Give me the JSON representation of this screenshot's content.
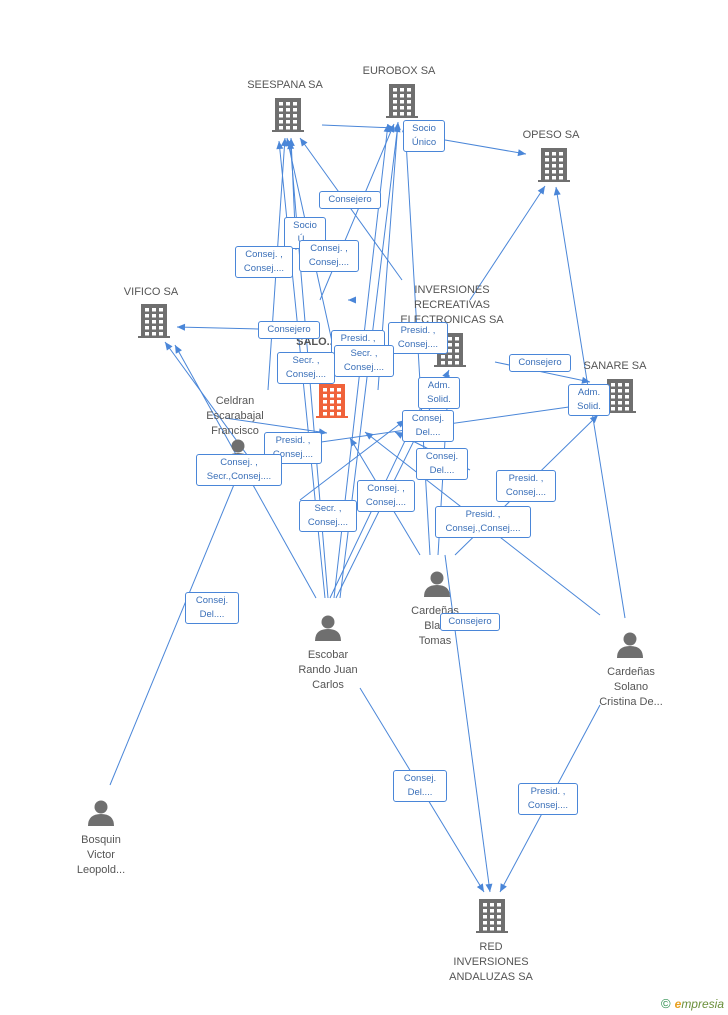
{
  "colors": {
    "edge": "#4a86d8",
    "building": "#6f6f6f",
    "focus_building": "#f0623a",
    "person": "#6f6f6f"
  },
  "nodes": [
    {
      "id": "seespana",
      "kind": "company",
      "label": [
        "SEESPANA SA"
      ]
    },
    {
      "id": "eurobox",
      "kind": "company",
      "label": [
        "EUROBOX SA"
      ]
    },
    {
      "id": "opeso",
      "kind": "company",
      "label": [
        "OPESO SA"
      ]
    },
    {
      "id": "vifico",
      "kind": "company",
      "label": [
        "VIFICO SA"
      ]
    },
    {
      "id": "inversiones",
      "kind": "company",
      "label": [
        "INVERSIONES",
        "RECREATIVAS",
        "ELECTRONICAS SA"
      ]
    },
    {
      "id": "sanare",
      "kind": "company",
      "label": [
        "SANARE SA"
      ]
    },
    {
      "id": "salo",
      "kind": "focus",
      "label": [
        "SALO..."
      ]
    },
    {
      "id": "red",
      "kind": "company",
      "label": [
        "RED",
        "INVERSIONES",
        "ANDALUZAS SA"
      ]
    },
    {
      "id": "celdran",
      "kind": "person",
      "label": [
        "Celdran",
        "Escarabajal",
        "Francisco"
      ]
    },
    {
      "id": "escobar",
      "kind": "person",
      "label": [
        "Escobar",
        "Rando Juan",
        "Carlos"
      ]
    },
    {
      "id": "blas",
      "kind": "person",
      "label": [
        "Cardeñas",
        "Blas",
        "Tomas"
      ]
    },
    {
      "id": "cristina",
      "kind": "person",
      "label": [
        "Cardeñas",
        "Solano",
        "Cristina De..."
      ]
    },
    {
      "id": "bosquin",
      "kind": "person",
      "label": [
        "Bosquin",
        "Victor",
        "Leopold..."
      ]
    }
  ],
  "edge_labels": [
    [
      "Socio",
      "Único"
    ],
    [
      "Consejero"
    ],
    [
      "Socio",
      "Ú..."
    ],
    [
      "Consej. ,",
      "Consej...."
    ],
    [
      "Consej. ,",
      "Consej...."
    ],
    [
      "Consejero"
    ],
    [
      "Presid. ,",
      "Consej...."
    ],
    [
      "Presid. ,",
      "Consej...."
    ],
    [
      "Secr. ,",
      "Consej...."
    ],
    [
      "Secr. ,",
      "Consej...."
    ],
    [
      "Consejero"
    ],
    [
      "Adm.",
      "Solid."
    ],
    [
      "Adm.",
      "Solid."
    ],
    [
      "Consej.",
      "Del...."
    ],
    [
      "Presid. ,",
      "Consej...."
    ],
    [
      "Consej. ,",
      "Secr.,Consej...."
    ],
    [
      "Consej.",
      "Del...."
    ],
    [
      "Presid. ,",
      "Consej...."
    ],
    [
      "Consej. ,",
      "Consej...."
    ],
    [
      "Presid. ,",
      "Consej.,Consej...."
    ],
    [
      "Secr. ,",
      "Consej...."
    ],
    [
      "Consej.",
      "Del...."
    ],
    [
      "Consejero"
    ],
    [
      "Consej.",
      "Del...."
    ],
    [
      "Presid. ,",
      "Consej...."
    ]
  ],
  "footer": {
    "copyright": "©",
    "brand_first": "e",
    "brand_rest": "mpresia"
  }
}
